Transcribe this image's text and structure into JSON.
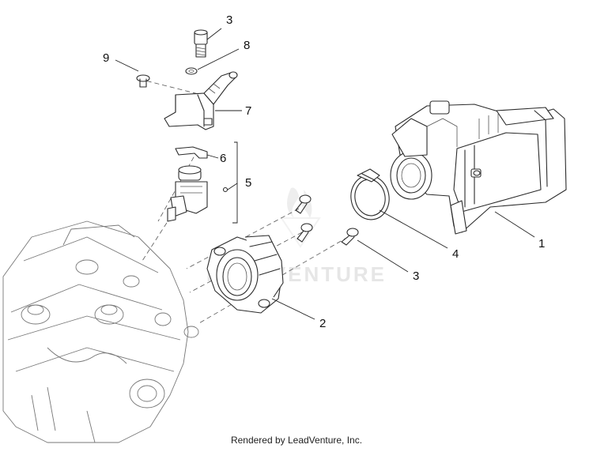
{
  "watermark": "LEADVENTURE",
  "footer": "Rendered by LeadVenture, Inc.",
  "callouts": {
    "c3_top": "3",
    "c8": "8",
    "c9": "9",
    "c7": "7",
    "c6": "6",
    "c5": "5",
    "c1": "1",
    "c4": "4",
    "c3_right": "3",
    "c2": "2"
  }
}
